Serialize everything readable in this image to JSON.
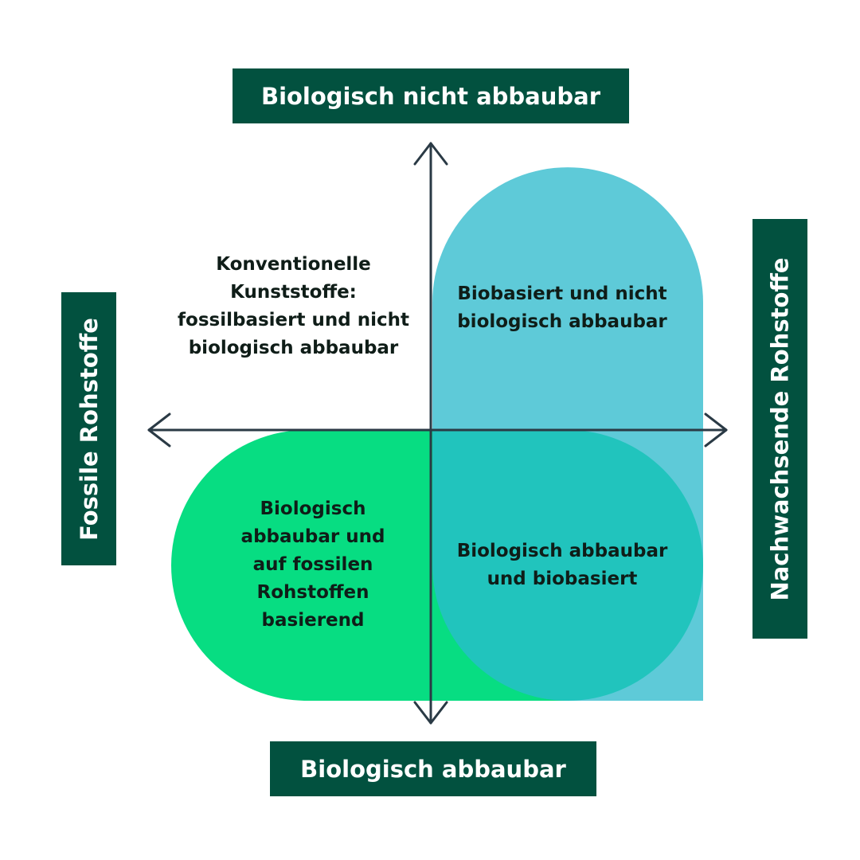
{
  "axes": {
    "top_label": "Biologisch nicht abbaubar",
    "bottom_label": "Biologisch abbaubar",
    "left_label": "Fossile Rohstoffe",
    "right_label": "Nachwachsende Rohstoffe"
  },
  "quadrants": {
    "top_left": [
      "Konventionelle",
      "Kunststoffe:",
      "fossilbasiert und nicht",
      "biologisch abbaubar"
    ],
    "top_right": [
      "Biobasiert und nicht",
      "biologisch abbaubar"
    ],
    "bottom_left": [
      "Biologisch",
      "abbaubar und",
      "auf fossilen",
      "Rohstoffen",
      "basierend"
    ],
    "bottom_right": [
      "Biologisch abbaubar",
      "und biobasiert"
    ]
  },
  "colors": {
    "label_bg": "#02513f",
    "axis": "#2a3a45",
    "light_blue": "#5ecad8",
    "green": "#07dd82",
    "teal": "#21c4bd"
  }
}
